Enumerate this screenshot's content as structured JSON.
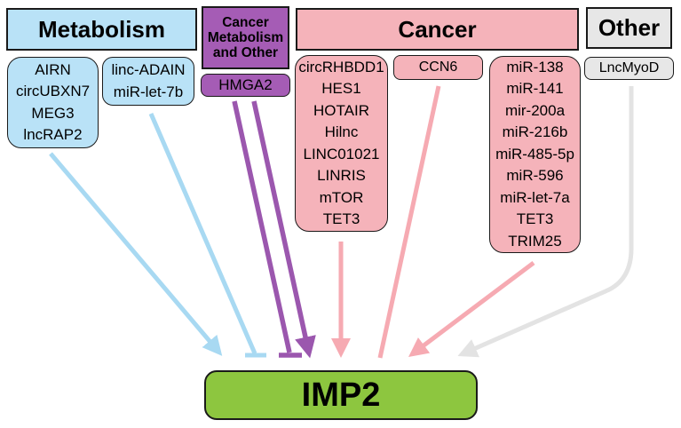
{
  "diagram": {
    "groups": [
      {
        "title": "Metabolism",
        "color": "#b9e2f7",
        "arrow_color": "#a8d9f2",
        "boxes": [
          {
            "items": [
              "AIRN",
              "circUBXN7",
              "MEG3",
              "lncRAP2"
            ]
          },
          {
            "items": [
              "linc-ADAIN",
              "miR-let-7b"
            ]
          }
        ]
      },
      {
        "title": "Cancer Metabolism and Other",
        "color": "#a55cb5",
        "arrow_color": "#9b57ae",
        "boxes": [
          {
            "items": [
              "HMGA2"
            ]
          }
        ]
      },
      {
        "title": "Cancer",
        "color": "#f5b3ba",
        "arrow_color": "#f6aab2",
        "boxes": [
          {
            "items": [
              "circRHBDD1",
              "HES1",
              "HOTAIR",
              "Hilnc",
              "LINC01021",
              "LINRIS",
              "mTOR",
              "TET3"
            ]
          },
          {
            "items": [
              "CCN6"
            ]
          },
          {
            "items": [
              "miR-138",
              "miR-141",
              "mir-200a",
              "miR-216b",
              "miR-485-5p",
              "miR-596",
              "miR-let-7a",
              "TET3",
              "TRIM25"
            ]
          }
        ]
      },
      {
        "title": "Other",
        "color": "#e7e7e7",
        "arrow_color": "#e3e3e3",
        "boxes": [
          {
            "items": [
              "LncMyoD"
            ]
          }
        ]
      }
    ],
    "target": {
      "label": "IMP2",
      "color": "#8dc63f"
    },
    "arrow_types": {
      "metabolism": [
        "activate",
        "inhibit"
      ],
      "cancer_metabolism_and_other": [
        "inhibit",
        "activate"
      ],
      "cancer": [
        "activate",
        "plain",
        "activate"
      ],
      "other": [
        "activate"
      ]
    }
  }
}
